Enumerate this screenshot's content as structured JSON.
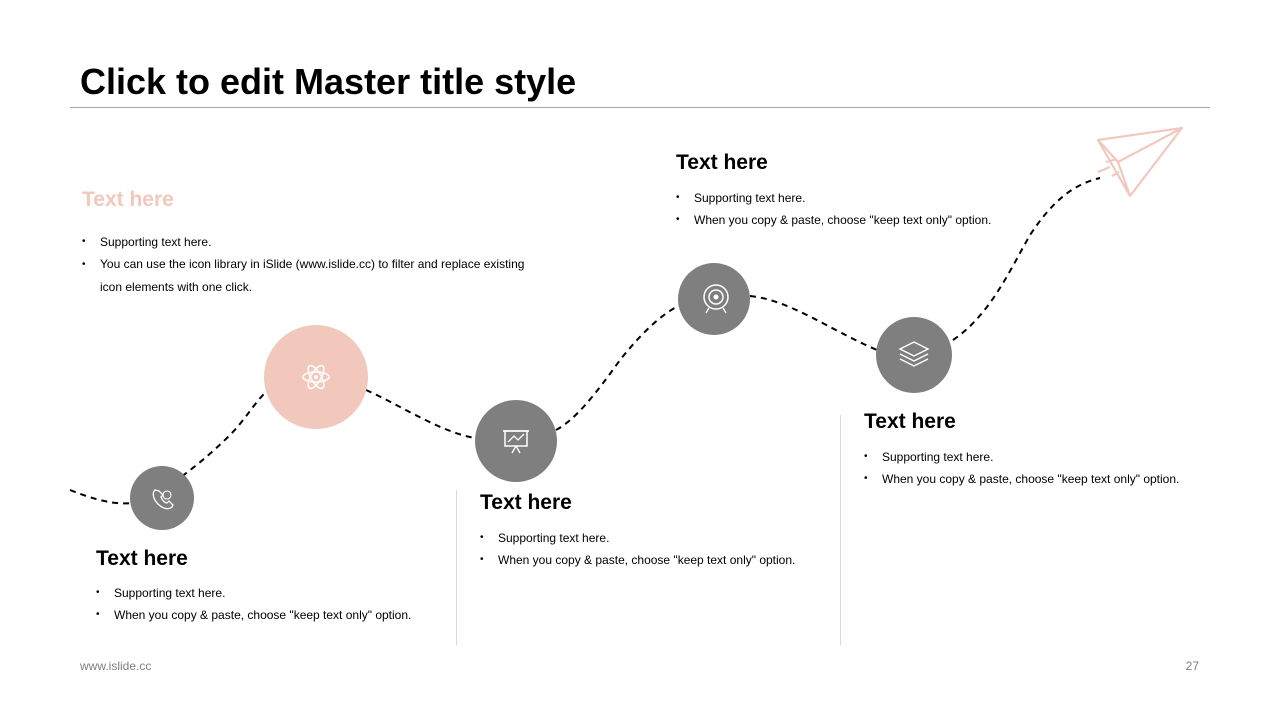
{
  "slide": {
    "title": "Click to edit Master title style",
    "footer_url": "www.islide.cc",
    "page_number": "27"
  },
  "colors": {
    "accent": "#f2c8bd",
    "icon_circle": "#7f7f7f",
    "dash_line": "#000000",
    "rule": "#a6a6a6"
  },
  "icons": [
    "phone-icon",
    "atom-icon",
    "presentation-board-icon",
    "target-icon",
    "layers-icon",
    "paper-plane-icon"
  ],
  "steps": [
    {
      "heading": "Text here",
      "bullets": [
        "Supporting text here.",
        "When you copy & paste, choose \"keep text only\" option."
      ]
    },
    {
      "heading": "Text here",
      "bullets": [
        "Supporting text here.",
        "You can use the icon library in iSlide  (www.islide.cc) to filter and replace existing icon elements with one click."
      ]
    },
    {
      "heading": "Text here",
      "bullets": [
        "Supporting text here.",
        "When you copy & paste, choose \"keep text only\" option."
      ]
    },
    {
      "heading": "Text here",
      "bullets": [
        "Supporting text here.",
        "When you copy & paste, choose \"keep text only\" option."
      ]
    },
    {
      "heading": "Text here",
      "bullets": [
        "Supporting text here.",
        "When you copy & paste, choose \"keep text only\" option."
      ]
    }
  ]
}
